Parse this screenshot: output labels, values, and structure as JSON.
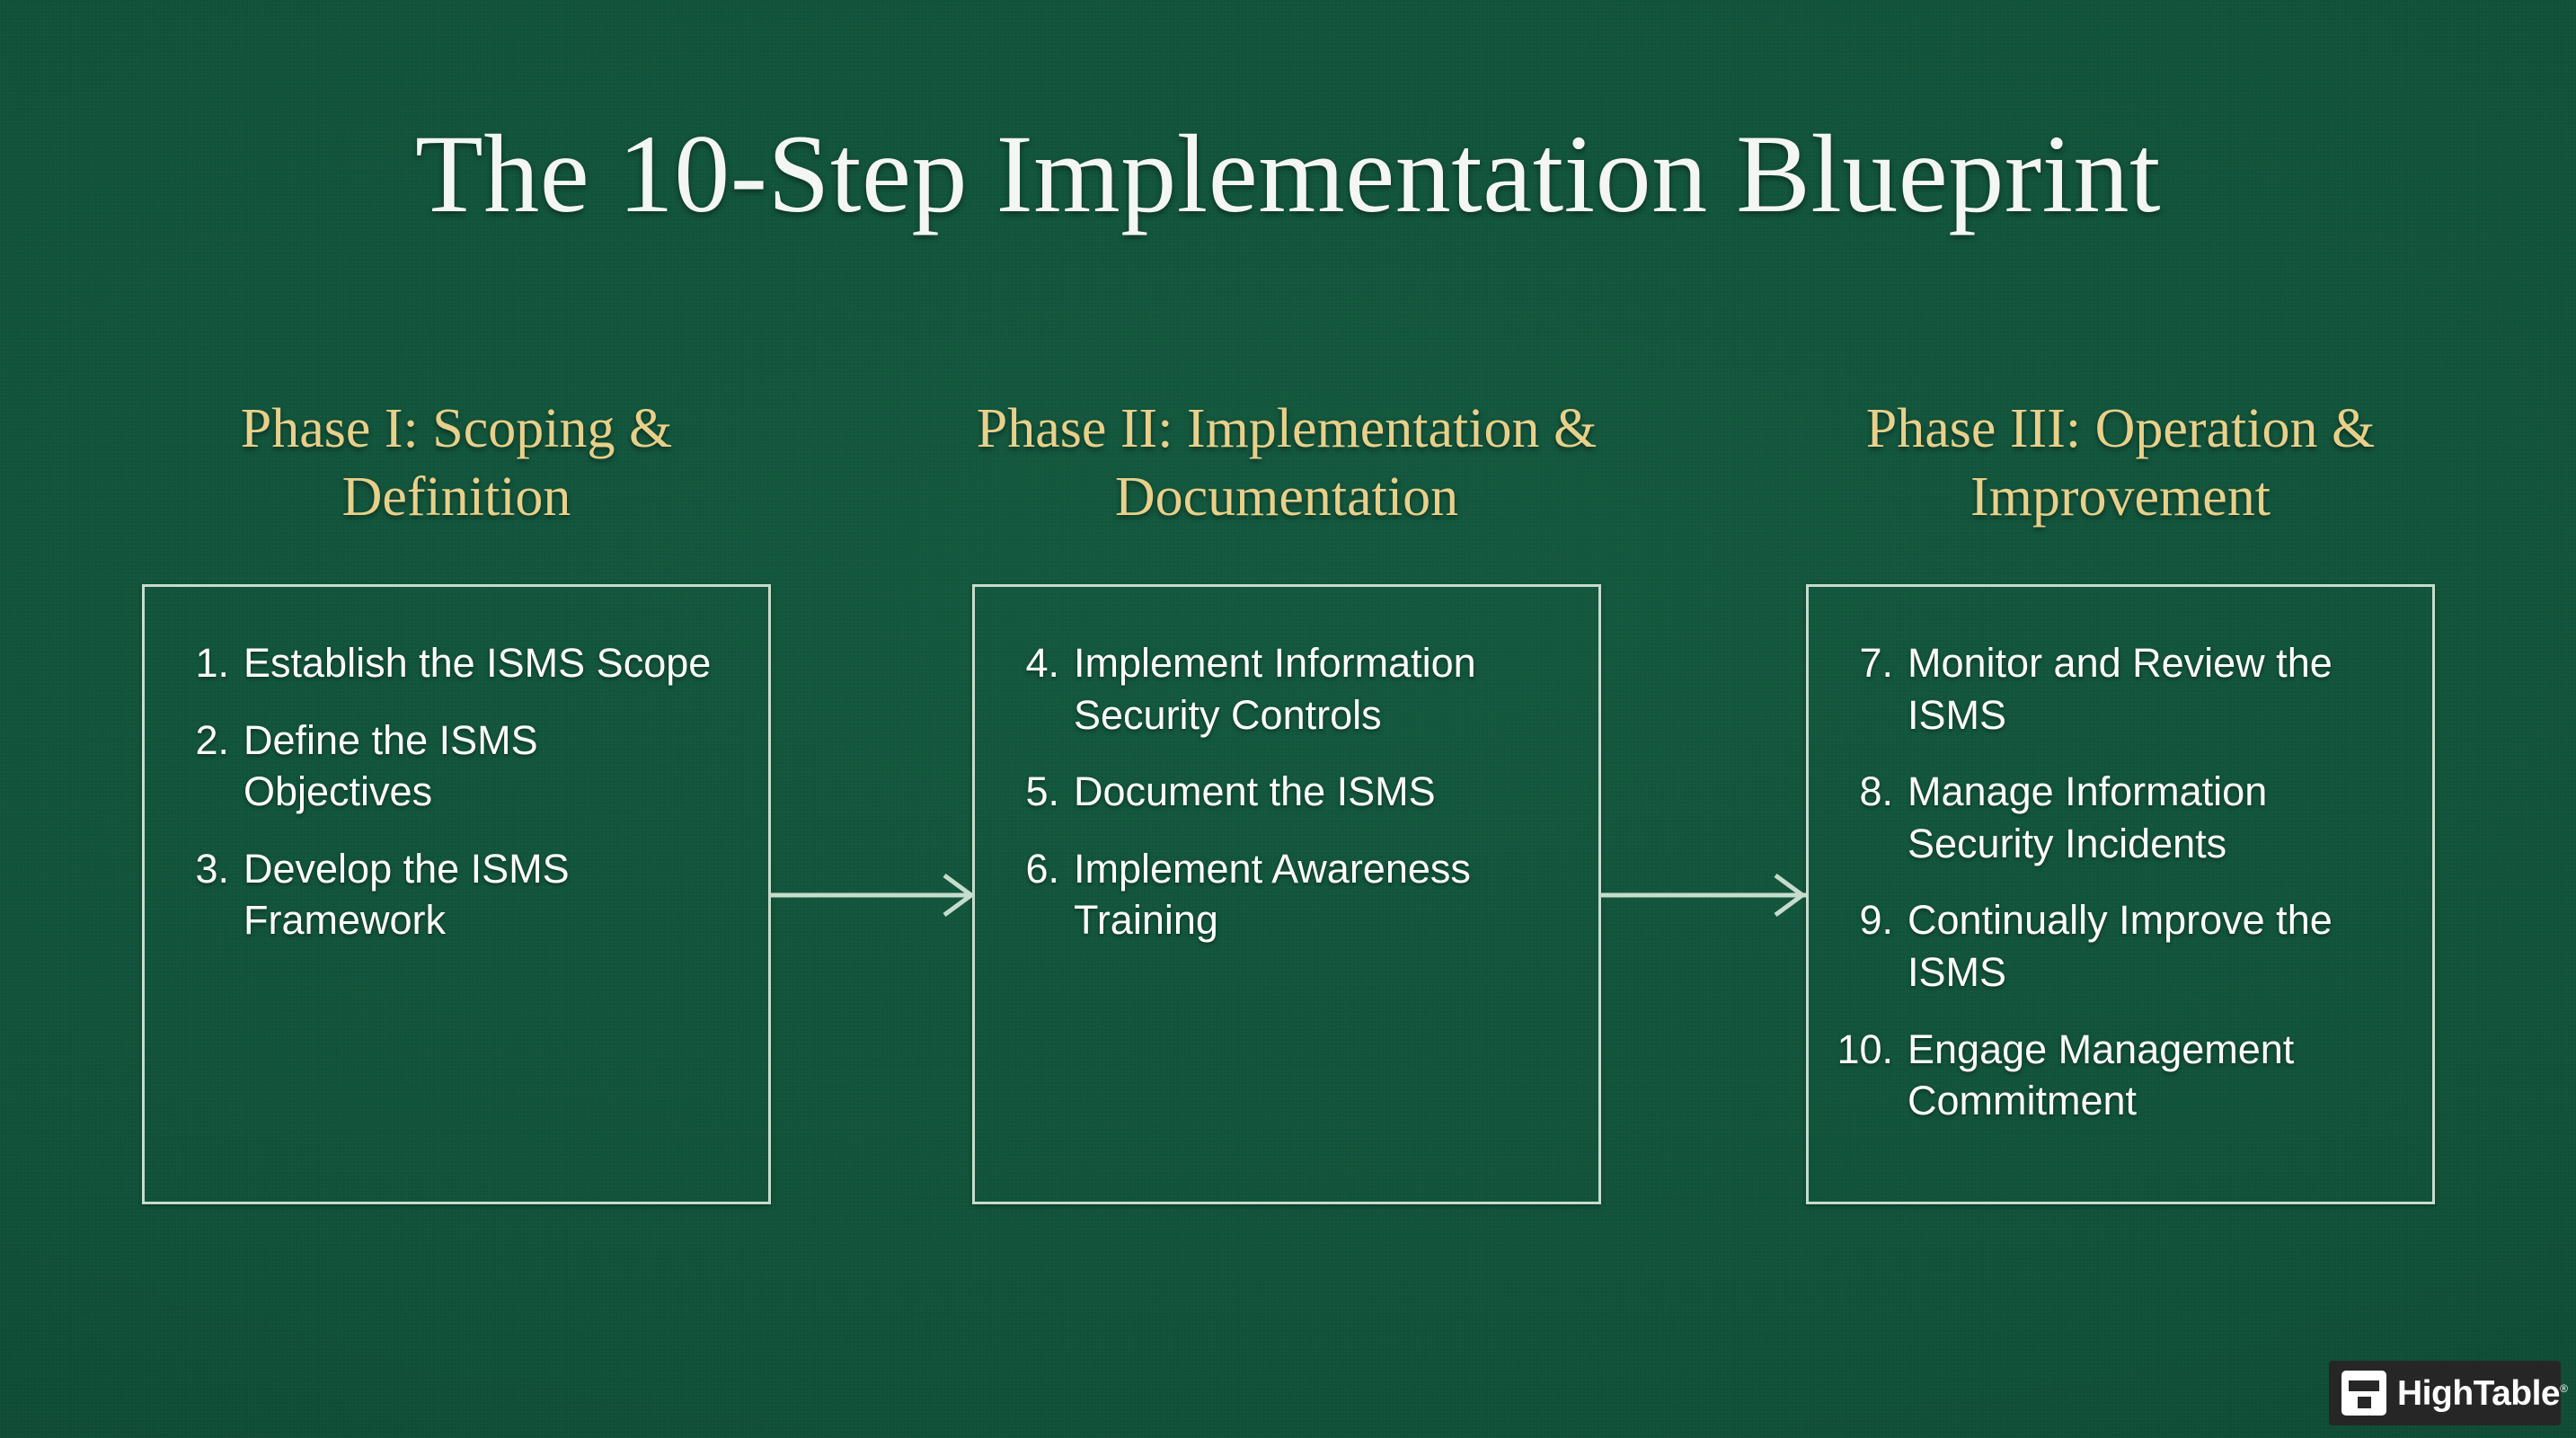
{
  "slide": {
    "title": "The 10-Step Implementation Blueprint",
    "background_color": "#11523a",
    "accent_gold": "#e8d08a",
    "border_color": "#c6dccd",
    "text_color": "#ffffff"
  },
  "columns": [
    {
      "phase_heading": "Phase I: Scoping & Definition",
      "steps": [
        {
          "number": "1.",
          "text": "Establish the ISMS Scope"
        },
        {
          "number": "2.",
          "text": "Define the ISMS Objectives"
        },
        {
          "number": "3.",
          "text": "Develop the ISMS Framework"
        }
      ]
    },
    {
      "phase_heading": "Phase II: Implementation & Documentation",
      "steps": [
        {
          "number": "4.",
          "text": "Implement Information Security Controls"
        },
        {
          "number": "5.",
          "text": "Document the ISMS"
        },
        {
          "number": "6.",
          "text": "Implement Awareness Training"
        }
      ]
    },
    {
      "phase_heading": "Phase III: Operation & Improvement",
      "steps": [
        {
          "number": "7.",
          "text": "Monitor and Review the ISMS"
        },
        {
          "number": "8.",
          "text": "Manage Information Security Incidents"
        },
        {
          "number": "9.",
          "text": "Continually Improve the ISMS"
        },
        {
          "number": "10.",
          "text": "Engage Management Commitment"
        }
      ]
    }
  ],
  "arrows": [
    {
      "name": "arrow-phase1-to-phase2",
      "direction": "right"
    },
    {
      "name": "arrow-phase2-to-phase3",
      "direction": "right"
    }
  ],
  "logo": {
    "name": "hightable-logo",
    "text": "HighTable",
    "registered_mark": "®",
    "background_color": "#262626",
    "mark_color": "#ffffff"
  }
}
